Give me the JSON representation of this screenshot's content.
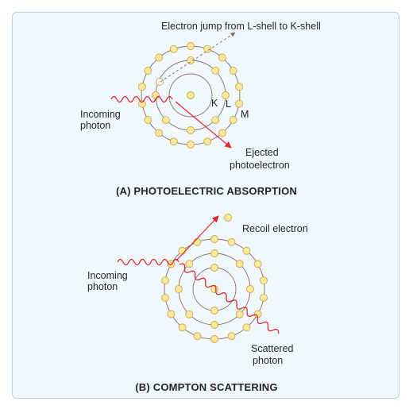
{
  "colors": {
    "background": "#f1f8fd",
    "frame_border": "#b9d2e3",
    "shell": "#8a6d64",
    "electron_fill": "#fbe89a",
    "electron_stroke": "#c9a84a",
    "photon": "#e0242b"
  },
  "panel_a": {
    "caption": "Electron jump from L-shell to K-shell",
    "incoming_line1": "Incoming",
    "incoming_line2": "photon",
    "shell_k": "K",
    "shell_l": "L",
    "shell_m": "M",
    "ejected_line1": "Ejected",
    "ejected_line2": "photoelectron",
    "title": "(A) PHOTOELECTRIC ABSORPTION"
  },
  "panel_b": {
    "recoil": "Recoil electron",
    "incoming_line1": "Incoming",
    "incoming_line2": "photon",
    "scattered_line1": "Scattered",
    "scattered_line2": "photon",
    "title": "(B) COMPTON SCATTERING"
  }
}
